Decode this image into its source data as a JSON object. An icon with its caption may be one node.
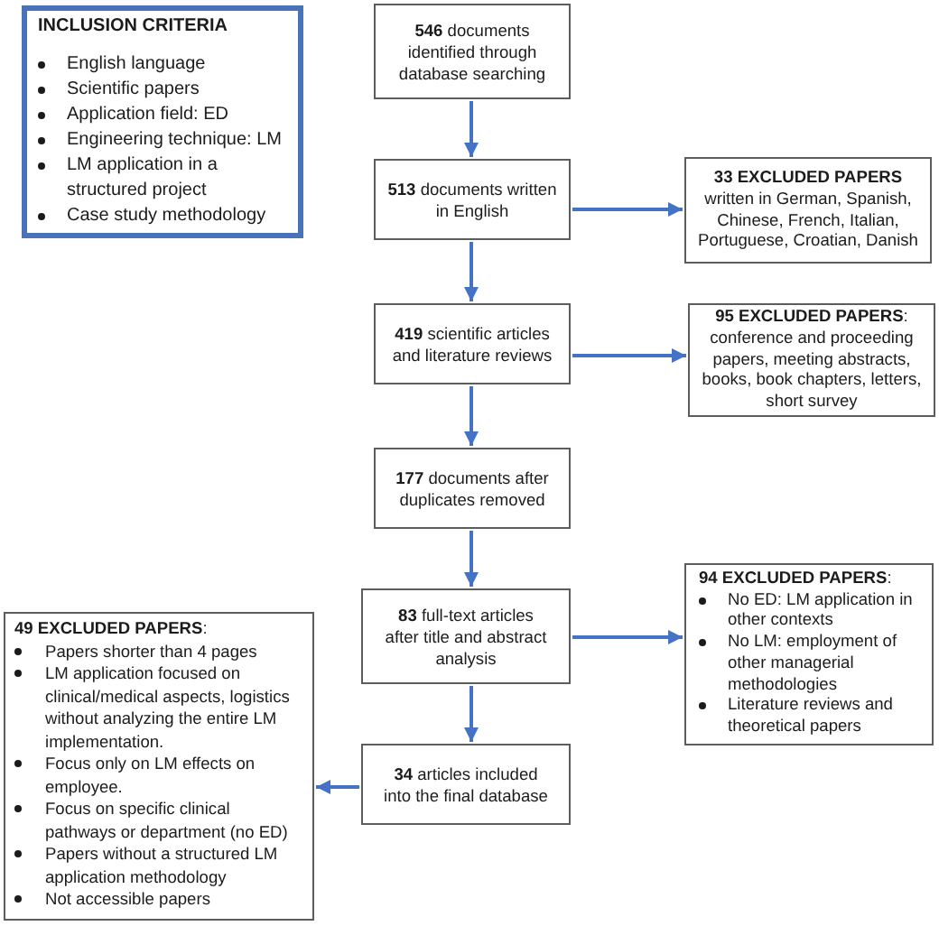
{
  "diagram": {
    "nodes": [
      {
        "text": [
          "INCLUSION CRITERIA",
          "English language",
          "Scientific papers",
          "Application field: ED",
          "Engineering technique: LM",
          "LM application in a structured project",
          "Case study methodology"
        ]
      },
      {
        "text": [
          "**546** documents identified through database searching"
        ]
      },
      {
        "text": [
          "**513** documents written in English"
        ]
      },
      {
        "text": [
          "33 EXCLUDED PAPERS",
          "written in German, Spanish, Chinese, French, Italian, Portuguese, Croatian, Danish"
        ]
      },
      {
        "text": [
          "**419** scientific articles and literature reviews"
        ]
      },
      {
        "text": [
          "**95 EXCLUDED PAPERS**:",
          "conference and proceeding papers, meeting abstracts, books, book chapters, letters, short survey"
        ]
      },
      {
        "text": [
          "**177** documents after duplicates removed"
        ]
      },
      {
        "text": [
          "**83** full-text articles after title and abstract analysis"
        ]
      },
      {
        "text": [
          "**94 EXCLUDED PAPERS**:",
          "No ED: LM application in other contexts",
          "No LM: employment of other managerial methodologies",
          "Literature reviews and theoretical papers"
        ]
      },
      {
        "text": [
          "**34** articles included into the final database"
        ]
      },
      {
        "text": [
          "**49 EXCLUDED PAPERS**:",
          "Papers shorter than 4 pages",
          "LM application focused on clinical/medical aspects, logistics without analyzing the entire LM implementation.",
          "Focus only on LM effects on employee.",
          "Focus on specific clinical pathways or department (no ED)",
          "Papers without a structured LM application methodology",
          "Not accessible papers"
        ]
      }
    ],
    "edges": [
      {
        "from": 1,
        "to": 2,
        "arrow": "to"
      },
      {
        "from": 2,
        "to": 3,
        "arrow": "to"
      },
      {
        "from": 2,
        "to": 4,
        "arrow": "to"
      },
      {
        "from": 4,
        "to": 5,
        "arrow": "to"
      },
      {
        "from": 4,
        "to": 6,
        "arrow": "to"
      },
      {
        "from": 6,
        "to": 7,
        "arrow": "to"
      },
      {
        "from": 7,
        "to": 8,
        "arrow": "to"
      },
      {
        "from": 7,
        "to": 9,
        "arrow": "to"
      },
      {
        "from": 9,
        "to": 10,
        "arrow": "to"
      }
    ]
  }
}
